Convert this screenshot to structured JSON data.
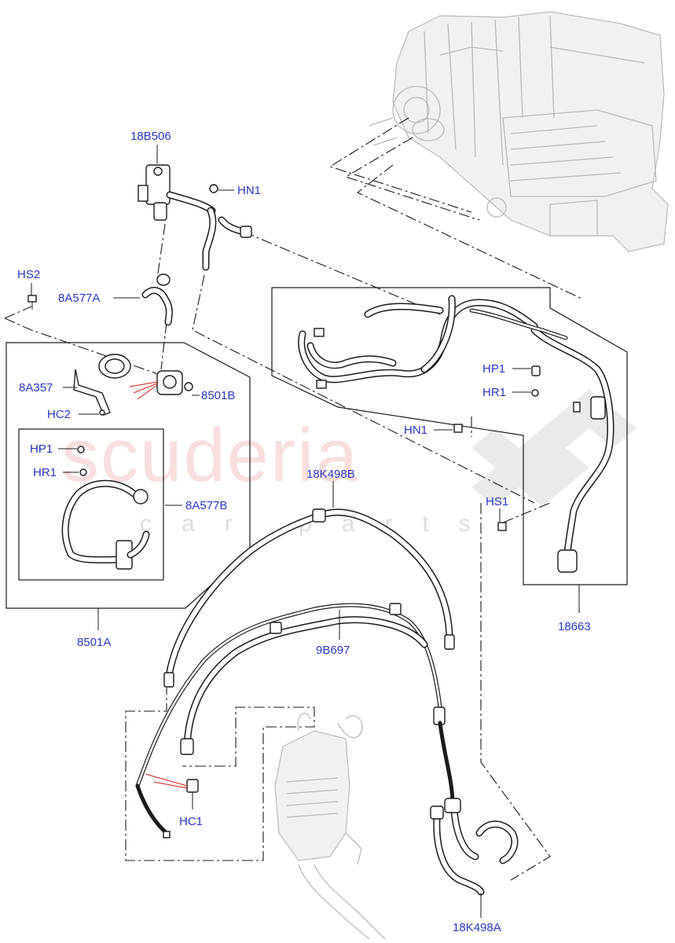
{
  "watermark": {
    "brand": "scuderia",
    "sub": "car parts"
  },
  "callouts": {
    "c18B506": "18B506",
    "cHN1_top": "HN1",
    "cHS2": "HS2",
    "c8A577A": "8A577A",
    "c8A357": "8A357",
    "c8501B": "8501B",
    "cHC2": "HC2",
    "cHP1_left": "HP1",
    "cHR1_left": "HR1",
    "c8A577B": "8A577B",
    "c8501A": "8501A",
    "cHP1_right": "HP1",
    "cHR1_right": "HR1",
    "cHN1_mid": "HN1",
    "c18K498B": "18K498B",
    "cHS1": "HS1",
    "c18663": "18663",
    "c9B697": "9B697",
    "cHC1": "HC1",
    "c18K498A": "18K498A"
  },
  "colors": {
    "callout_text": "#2a36c8",
    "line_art": "#1a1a1a",
    "ghost_parts": "#b8b8b8",
    "watermark_red": "#f3c4c4",
    "red_leader": "#d41a1a"
  }
}
